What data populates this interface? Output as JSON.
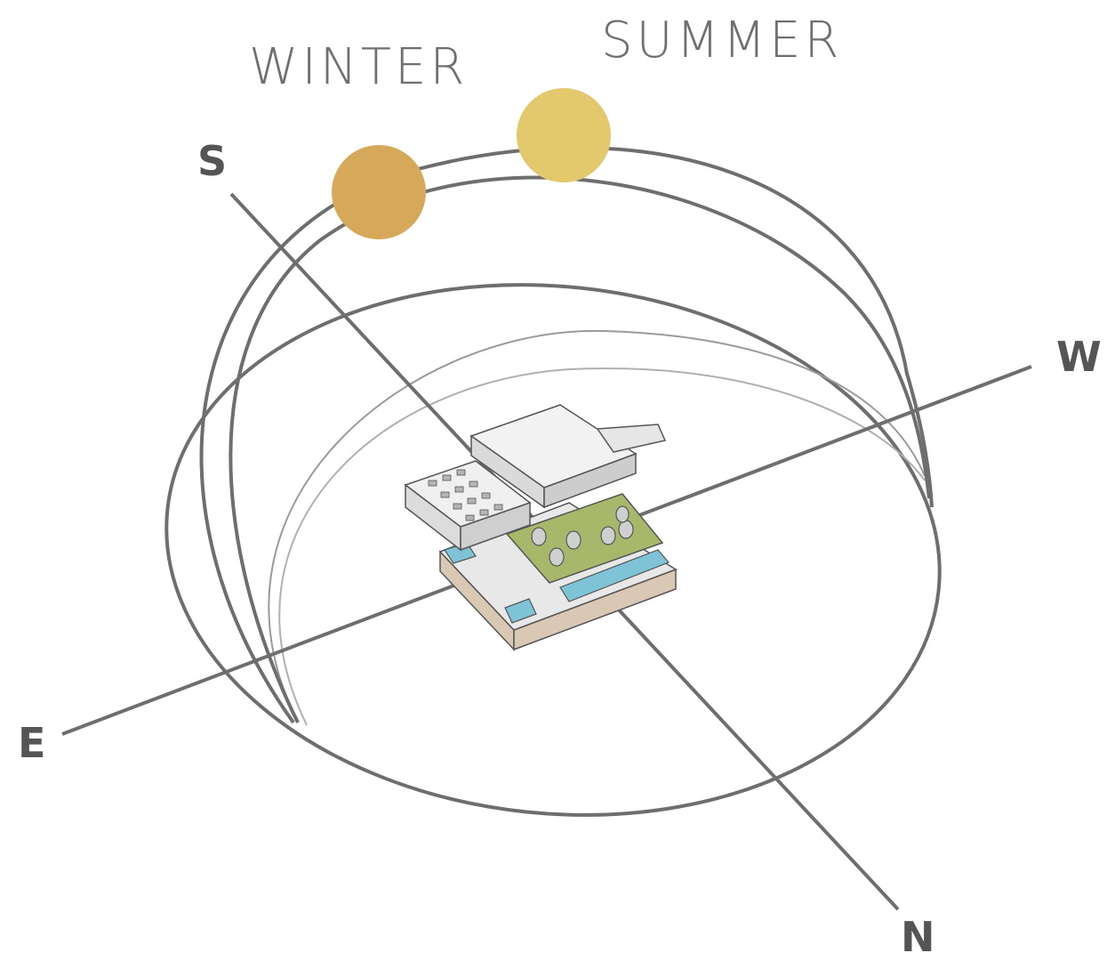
{
  "labels": {
    "winter": "WINTER",
    "summer": "SUMMER"
  },
  "directions": {
    "south": "S",
    "west": "W",
    "east": "E",
    "north": "N"
  },
  "colors": {
    "winter_sun": "#d6a95a",
    "summer_sun": "#e3c86e",
    "path_stroke": "#6e6e6e",
    "green_roof": "#a8b86a",
    "water": "#7fc4d6",
    "ground_base": "#d9c8b4"
  }
}
